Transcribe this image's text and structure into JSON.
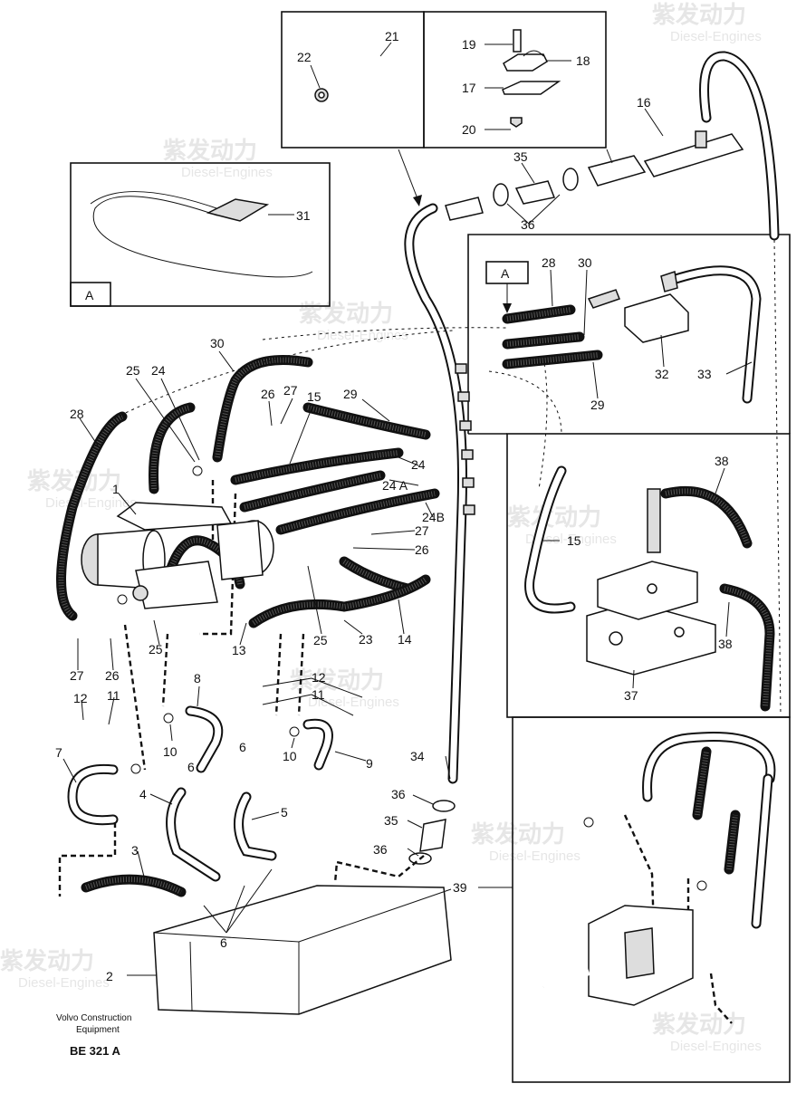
{
  "watermark": {
    "brand": "紫发动力",
    "sub": "Diesel-Engines"
  },
  "footer": {
    "maker_line1": "Volvo Construction",
    "maker_line2": "Equipment",
    "drawing_id": "BE 321 A"
  },
  "detail_refs": {
    "detail_box_a": "A",
    "arrow_flag_a": "A"
  },
  "callouts": [
    "1",
    "2",
    "3",
    "4",
    "5",
    "6",
    "6",
    "6",
    "7",
    "8",
    "9",
    "10",
    "10",
    "10",
    "11",
    "11",
    "12",
    "12",
    "13",
    "14",
    "15",
    "15",
    "16",
    "17",
    "18",
    "19",
    "20",
    "21",
    "22",
    "23",
    "24",
    "24",
    "24 A",
    "24B",
    "25",
    "25",
    "25",
    "26",
    "26",
    "26",
    "27",
    "27",
    "27",
    "28",
    "28",
    "29",
    "29",
    "30",
    "30",
    "31",
    "32",
    "33",
    "34",
    "35",
    "35",
    "36",
    "36",
    "36",
    "37",
    "38",
    "38",
    "39"
  ]
}
